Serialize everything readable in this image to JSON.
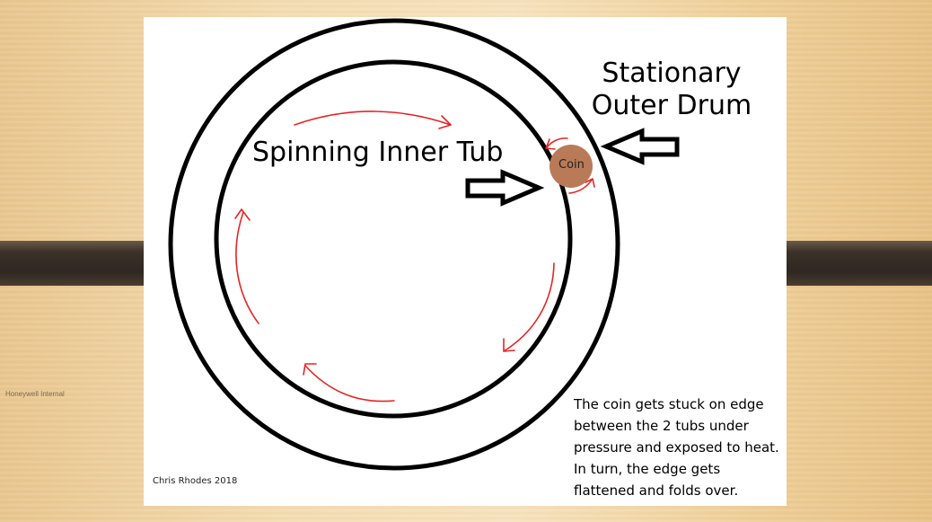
{
  "background": {
    "footer_text": "Honeywell Internal"
  },
  "diagram": {
    "labels": {
      "outer_drum": "Stationary\nOuter Drum",
      "inner_tub": "Spinning Inner Tub",
      "coin": "Coin"
    },
    "caption": "The coin gets stuck on edge between the 2 tubs under pressure and exposed to heat. In turn, the edge gets flattened and folds over.",
    "credit": "Chris Rhodes 2018"
  },
  "colors": {
    "ring": "#000000",
    "rotation_arrows": "#e32626",
    "coin": "#b97a57",
    "slide_background": "#ffffff"
  },
  "icons": [
    "right-block-arrow-icon",
    "left-block-arrow-icon"
  ]
}
